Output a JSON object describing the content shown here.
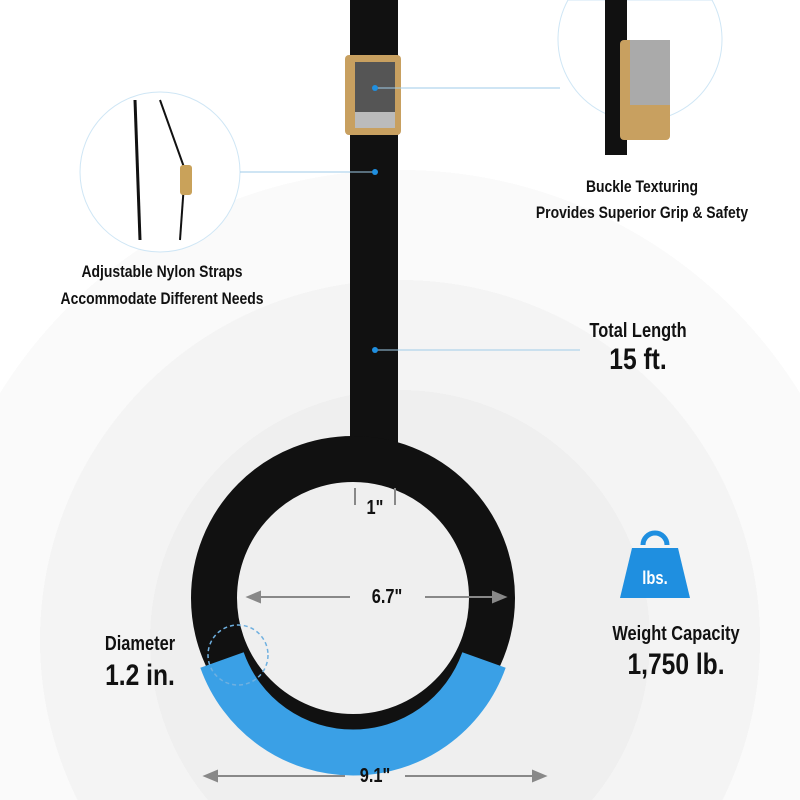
{
  "callouts": {
    "buckle": {
      "line1": "Buckle Texturing",
      "line2": "Provides Superior Grip & Safety"
    },
    "straps": {
      "line1": "Adjustable Nylon Straps",
      "line2": "Accommodate Different Needs"
    },
    "length": {
      "label": "Total Length",
      "value": "15 ft."
    },
    "diameter": {
      "label": "Diameter",
      "value": "1.2 in."
    },
    "weight": {
      "label": "Weight Capacity",
      "value": "1,750 lb.",
      "icon_text": "lbs."
    }
  },
  "dimensions": {
    "strap_width": "1\"",
    "inner_diameter": "6.7\"",
    "outer_diameter": "9.1\""
  },
  "colors": {
    "accent": "#1f8fe0",
    "tape": "#3aa0e6",
    "ring": "#111111"
  }
}
